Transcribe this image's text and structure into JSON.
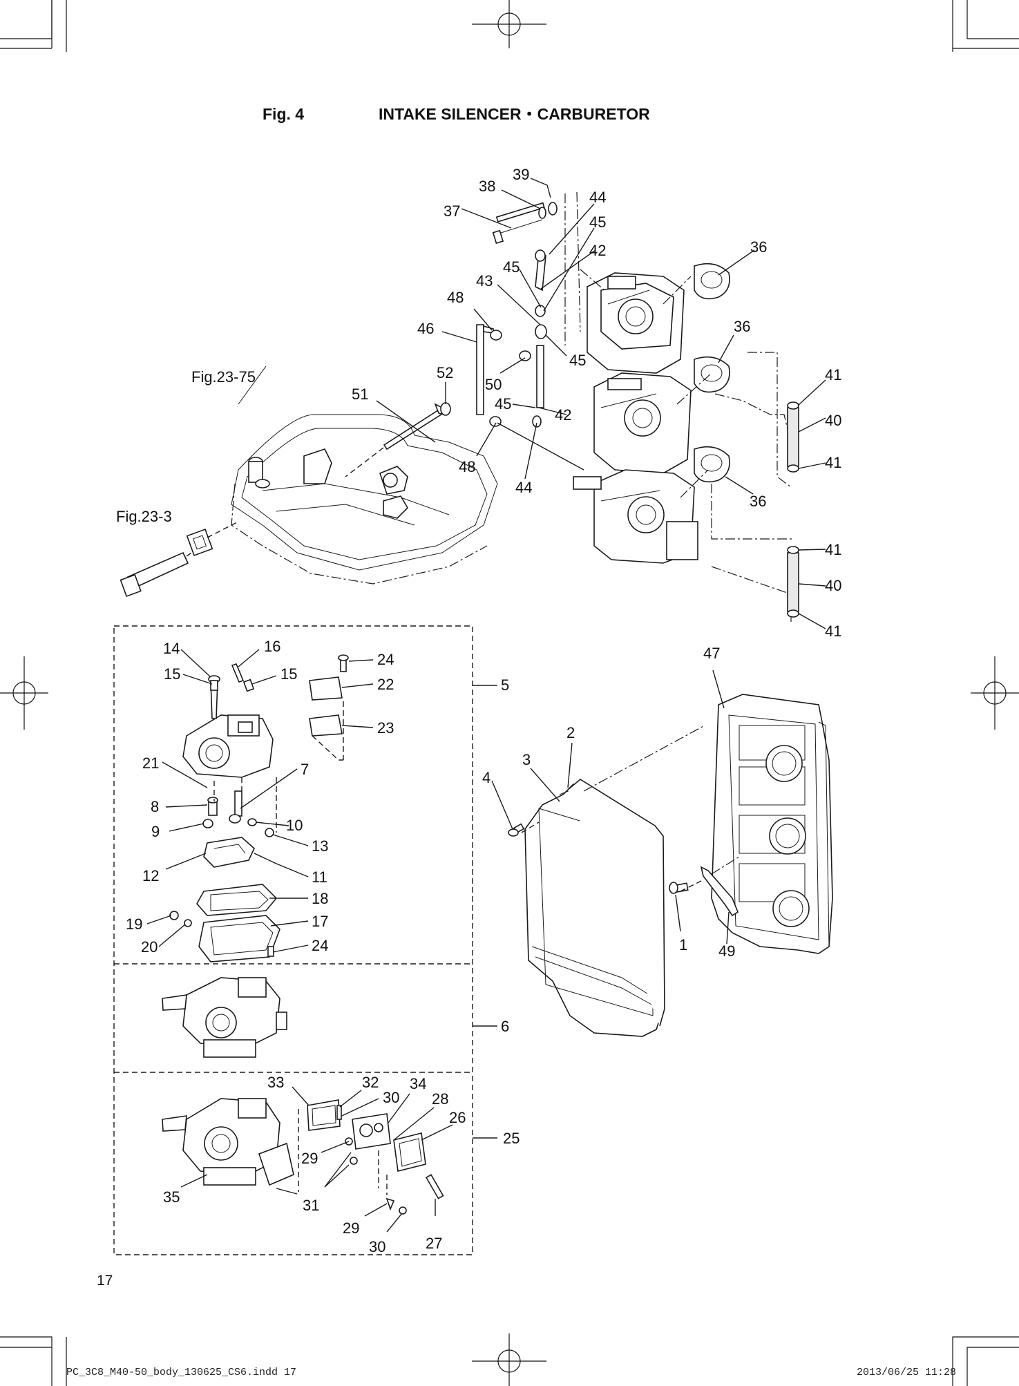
{
  "figure": {
    "number_label": "Fig. 4",
    "title": "INTAKE SILENCER・CARBURETOR"
  },
  "cross_references": {
    "fig23_75": "Fig.23-75",
    "fig23_3": "Fig.23-3"
  },
  "part_numbers": {
    "p39": "39",
    "p38": "38",
    "p37": "37",
    "p44a": "44",
    "p45a": "45",
    "p42a": "42",
    "p45b": "45",
    "p43": "43",
    "p48a": "48",
    "p46": "46",
    "p36a": "36",
    "p36b": "36",
    "p45c": "45",
    "p50": "50",
    "p52": "52",
    "p51": "51",
    "p45d": "45",
    "p42b": "42",
    "p41a": "41",
    "p40a": "40",
    "p41b": "41",
    "p48b": "48",
    "p44b": "44",
    "p36c": "36",
    "p41c": "41",
    "p40b": "40",
    "p41d": "41",
    "p14": "14",
    "p16": "16",
    "p15a": "15",
    "p15b": "15",
    "p24a": "24",
    "p22": "22",
    "p5": "5",
    "p23": "23",
    "p21": "21",
    "p7": "7",
    "p8": "8",
    "p9": "9",
    "p10": "10",
    "p13": "13",
    "p12": "12",
    "p11": "11",
    "p18": "18",
    "p19": "19",
    "p17": "17",
    "p20": "20",
    "p24b": "24",
    "p6": "6",
    "p33": "33",
    "p32": "32",
    "p34": "34",
    "p30a": "30",
    "p28": "28",
    "p26": "26",
    "p25": "25",
    "p29a": "29",
    "p35": "35",
    "p31": "31",
    "p29b": "29",
    "p27": "27",
    "p30b": "30",
    "p47": "47",
    "p2": "2",
    "p3": "3",
    "p4": "4",
    "p1": "1",
    "p49": "49"
  },
  "page_number": "17",
  "footer": {
    "file_name": "PC_3C8_M40-50_body_130625_CS6.indd   17",
    "timestamp": "2013/06/25   11:28"
  }
}
